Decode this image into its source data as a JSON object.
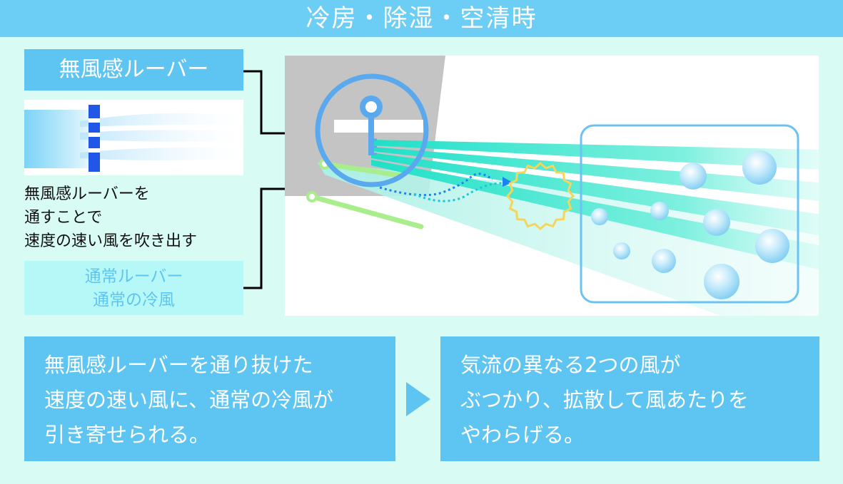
{
  "header": {
    "title": "冷房・除湿・空清時"
  },
  "labels": {
    "louver_title": "無風感ルーバー",
    "description_lines": [
      "無風感ルーバーを",
      "通すことで",
      "速度の速い風を吹き出す"
    ],
    "normal_lines": [
      "通常ルーバー",
      "通常の冷風"
    ]
  },
  "panels": [
    {
      "lines": [
        "無風感ルーバーを通り抜けた",
        "速度の速い風に、通常の冷風が",
        "引き寄せられる。"
      ]
    },
    {
      "lines": [
        "気流の異なる2つの風が",
        "ぶつかり、拡散して風あたりを",
        "やわらげる。"
      ]
    }
  ],
  "colors": {
    "header": "#6ccdf5",
    "label_fill": "#5ec5f3",
    "normal_fill": "#b6f8f7",
    "background": "#d8fcf4",
    "unit_gray": "#c4c4c4",
    "wind_cyan": "#2de3cc",
    "bubble_blue": "#9cd8f5",
    "highlight_yellow": "#f5d55a",
    "louver_green": "#a9ee8c",
    "wave_blue": "#1c84f0"
  },
  "icons": [
    "magnifier-circle-icon",
    "louver-hook-icon",
    "flow-arrow-icon",
    "diffusion-burst-icon"
  ]
}
